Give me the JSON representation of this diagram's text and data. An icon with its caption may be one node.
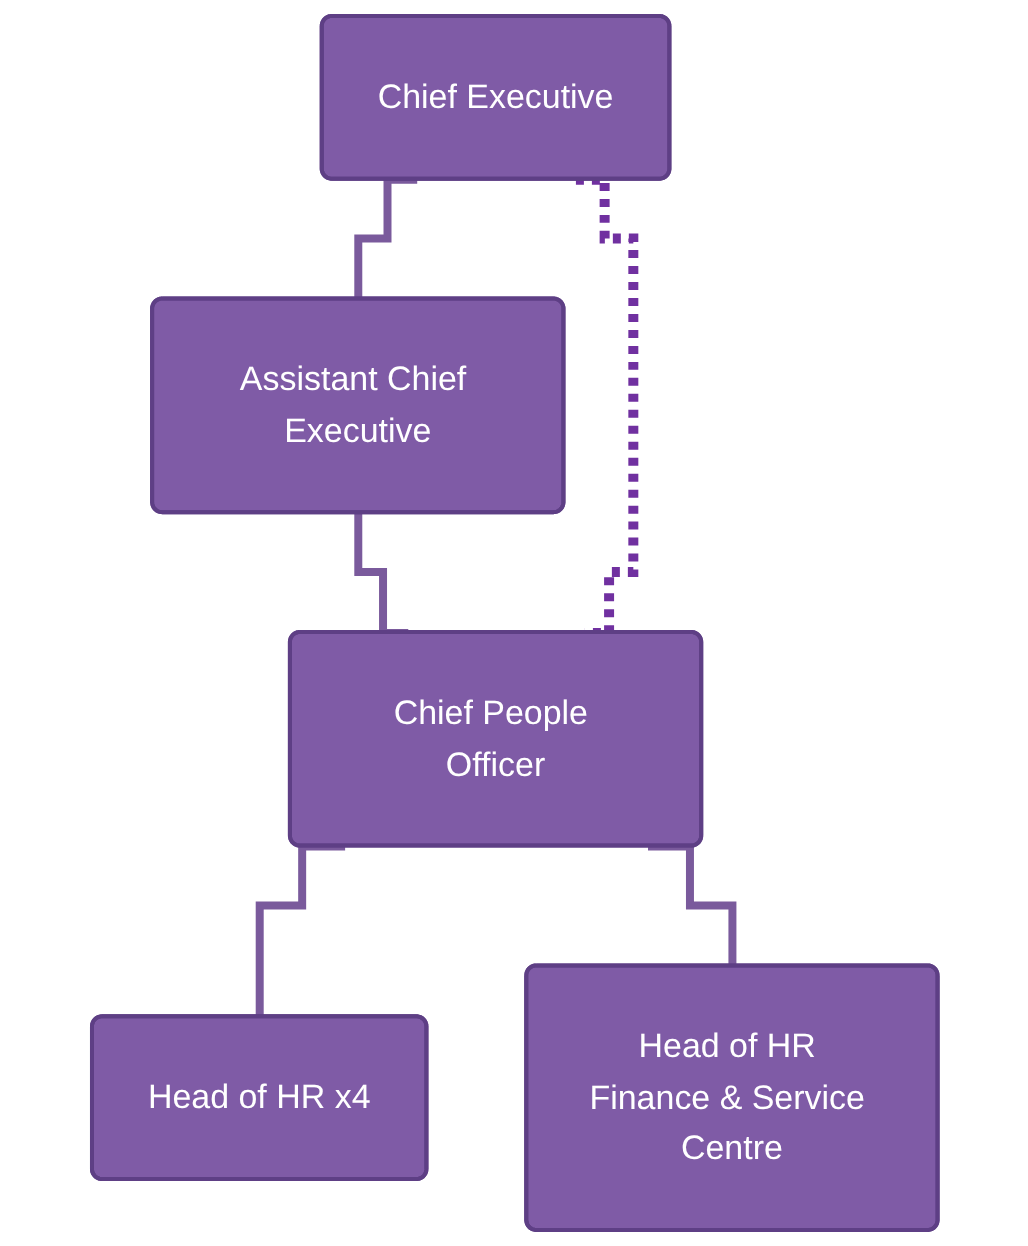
{
  "diagram": {
    "nodes": [
      {
        "text": [
          "Chief Executive"
        ]
      },
      {
        "text": [
          "Assistant Chief Executive"
        ]
      },
      {
        "text": [
          "Chief People Officer"
        ]
      },
      {
        "text": [
          "Head of HR x4"
        ]
      },
      {
        "text": [
          "Head of HR Finance & Service Centre"
        ]
      }
    ],
    "edges": [
      {
        "from": 0,
        "to": 1,
        "arrow": "none"
      },
      {
        "from": 1,
        "to": 2,
        "arrow": "none"
      },
      {
        "from": 0,
        "to": 2,
        "arrow": "none",
        "style": "dashed",
        "color": "#7030a0"
      },
      {
        "from": 2,
        "to": 3,
        "arrow": "none"
      },
      {
        "from": 2,
        "to": 4,
        "arrow": "none"
      }
    ]
  }
}
